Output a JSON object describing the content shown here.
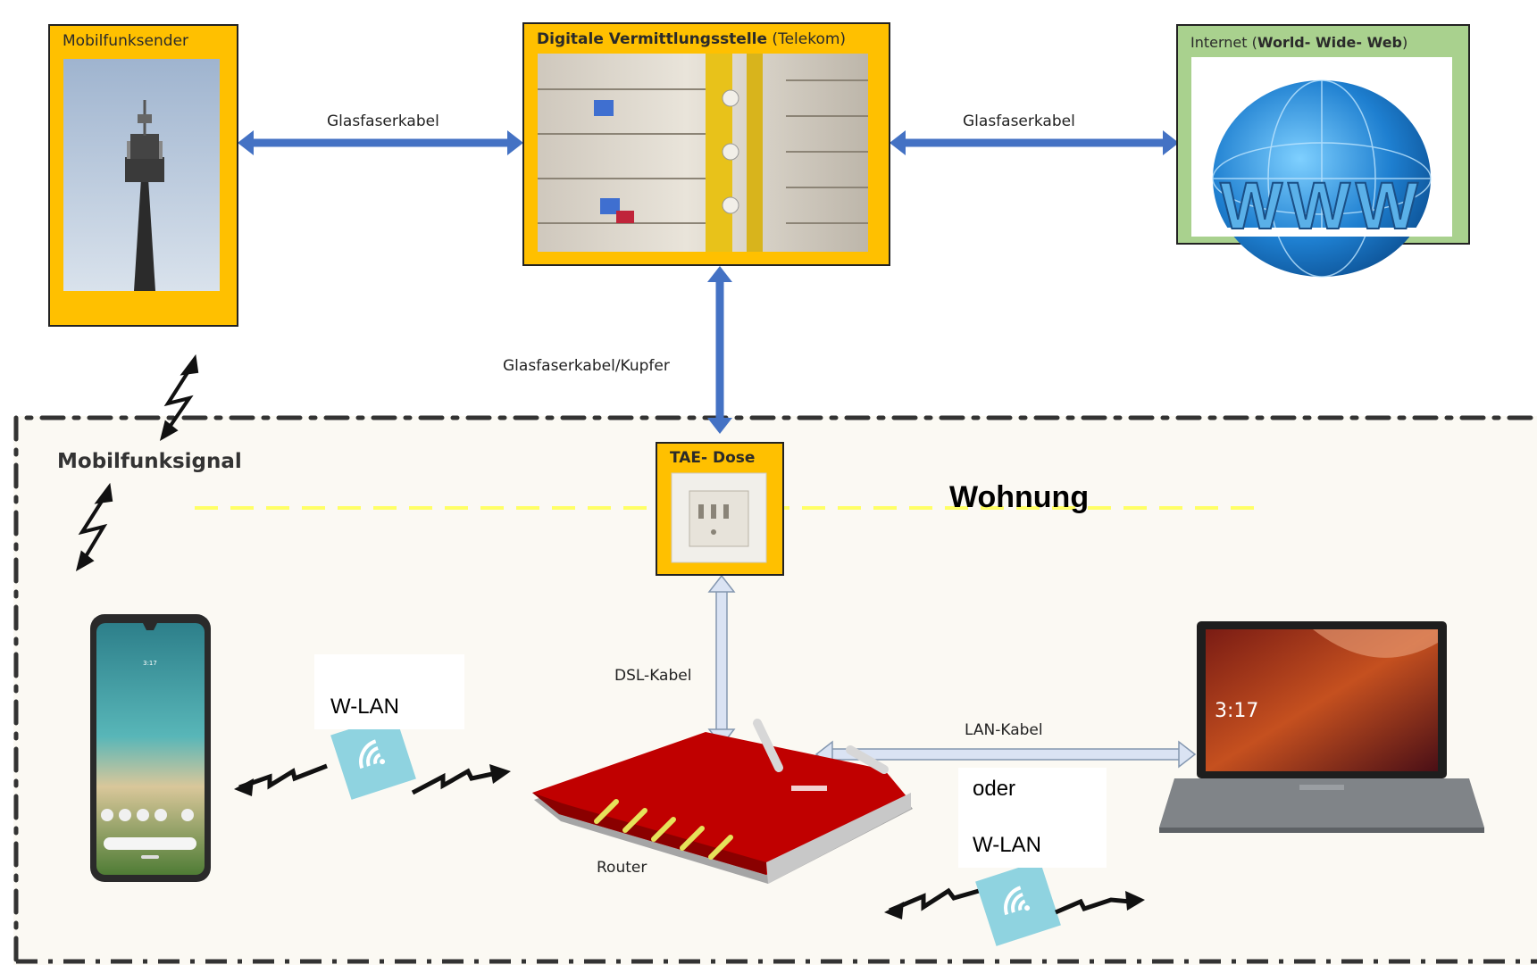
{
  "nodes": {
    "mobile_tower": {
      "title": "Mobilfunksender"
    },
    "exchange": {
      "title_bold": "Digitale Vermittlungsstelle",
      "title_rest": " (Telekom)"
    },
    "internet": {
      "title_a": "Internet (",
      "title_b": "World- Wide- Web",
      "title_c": ")"
    },
    "tae": {
      "title": "TAE- Dose"
    }
  },
  "edges": {
    "tower_exchange": "Glasfaserkabel",
    "exchange_internet": "Glasfaserkabel",
    "exchange_tae": "Glasfaserkabel/Kupfer",
    "tae_router": "DSL-Kabel",
    "router_laptop": "LAN-Kabel"
  },
  "labels": {
    "mobile_signal": "Mobilfunksignal",
    "apartment": "Wohnung",
    "router": "Router",
    "phone_wlan": "W-LAN",
    "laptop_or": "oder",
    "laptop_wlan": "W-LAN",
    "www_text": "WWW",
    "phone_clock": "3:17",
    "laptop_clock": "3:17"
  },
  "colors": {
    "orange_box": "#FFC000",
    "green_box": "#A9D18E",
    "arrow_blue": "#4472C4",
    "arrow_light": "#DAE3F3",
    "router_red": "#C00000",
    "apartment_bg": "#FBF9F3",
    "yellow_dash": "#FFFF66",
    "wifi_tile": "#8FD3E0"
  }
}
